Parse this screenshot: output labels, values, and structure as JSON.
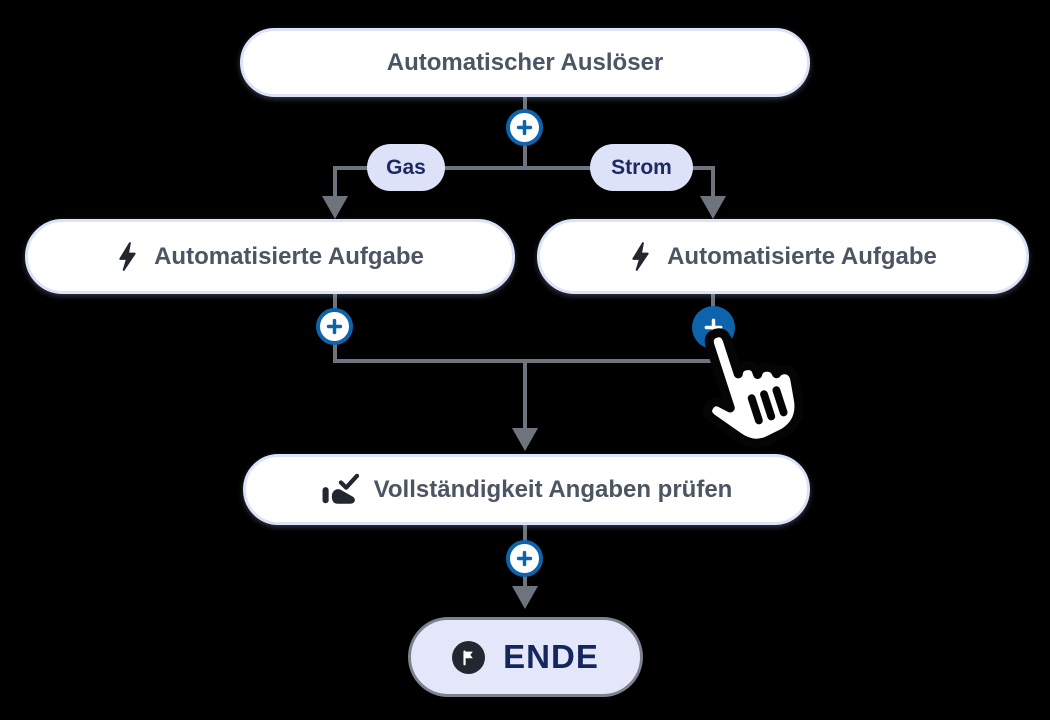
{
  "workflow": {
    "background": "#000000",
    "trigger": {
      "label": "Automatischer Auslöser"
    },
    "branches": {
      "left": {
        "label": "Gas"
      },
      "right": {
        "label": "Strom"
      }
    },
    "tasks": {
      "left": {
        "label": "Automatisierte Aufgabe",
        "icon": "lightning-icon"
      },
      "right": {
        "label": "Automatisierte Aufgabe",
        "icon": "lightning-icon"
      },
      "check": {
        "label": "Vollständigkeit Angaben prüfen",
        "icon": "hand-check-icon"
      }
    },
    "end": {
      "label": "ENDE",
      "icon": "flag-icon"
    },
    "add_button": {
      "symbol": "+",
      "state_hovered": "right"
    },
    "cursor": {
      "type": "hand-pointer",
      "over": "add-step-button-right"
    },
    "colors": {
      "accent_blue": "#0e63ad",
      "connector_gray": "#6e747d",
      "node_border": "#dce3f8",
      "node_text": "#4b5563",
      "branch_pill_bg": "#dde2f8",
      "branch_pill_text": "#1d2a62",
      "end_bg": "#e4e7f9",
      "end_border": "#7d828e",
      "end_text": "#15265e",
      "icon_dark": "#23272f"
    }
  }
}
